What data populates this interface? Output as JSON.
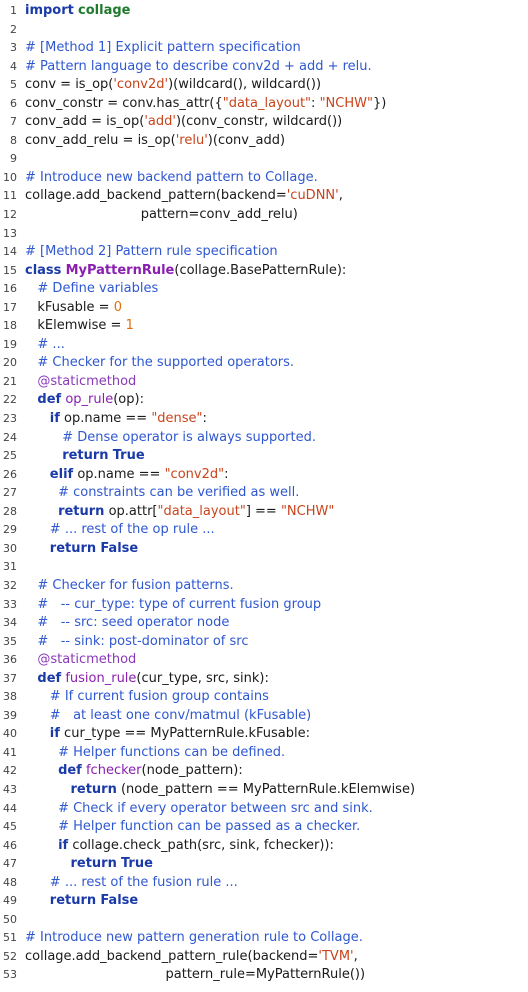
{
  "lines": [
    {
      "ln": "1",
      "tokens": [
        {
          "t": "kw",
          "v": "import"
        },
        {
          "t": "pl",
          "v": " "
        },
        {
          "t": "tn",
          "v": "collage"
        }
      ]
    },
    {
      "ln": "2",
      "tokens": []
    },
    {
      "ln": "3",
      "tokens": [
        {
          "t": "cm",
          "v": "# [Method 1] Explicit pattern specification"
        }
      ]
    },
    {
      "ln": "4",
      "tokens": [
        {
          "t": "cm",
          "v": "# Pattern language to describe conv2d + add + relu."
        }
      ]
    },
    {
      "ln": "5",
      "tokens": [
        {
          "t": "pl",
          "v": "conv = is_op("
        },
        {
          "t": "st",
          "v": "'conv2d'"
        },
        {
          "t": "pl",
          "v": ")(wildcard(), wildcard())"
        }
      ]
    },
    {
      "ln": "6",
      "tokens": [
        {
          "t": "pl",
          "v": "conv_constr = conv.has_attr({"
        },
        {
          "t": "st",
          "v": "\"data_layout\""
        },
        {
          "t": "pl",
          "v": ": "
        },
        {
          "t": "st",
          "v": "\"NCHW\""
        },
        {
          "t": "pl",
          "v": "})"
        }
      ]
    },
    {
      "ln": "7",
      "tokens": [
        {
          "t": "pl",
          "v": "conv_add = is_op("
        },
        {
          "t": "st",
          "v": "'add'"
        },
        {
          "t": "pl",
          "v": ")(conv_constr, wildcard())"
        }
      ]
    },
    {
      "ln": "8",
      "tokens": [
        {
          "t": "pl",
          "v": "conv_add_relu = is_op("
        },
        {
          "t": "st",
          "v": "'relu'"
        },
        {
          "t": "pl",
          "v": ")(conv_add)"
        }
      ]
    },
    {
      "ln": "9",
      "tokens": []
    },
    {
      "ln": "10",
      "tokens": [
        {
          "t": "cm",
          "v": "# Introduce new backend pattern to Collage."
        }
      ]
    },
    {
      "ln": "11",
      "tokens": [
        {
          "t": "pl",
          "v": "collage.add_backend_pattern(backend="
        },
        {
          "t": "st",
          "v": "'cuDNN'"
        },
        {
          "t": "pl",
          "v": ","
        }
      ]
    },
    {
      "ln": "12",
      "tokens": [
        {
          "t": "pl",
          "v": "                            pattern=conv_add_relu)"
        }
      ]
    },
    {
      "ln": "13",
      "tokens": []
    },
    {
      "ln": "14",
      "tokens": [
        {
          "t": "cm",
          "v": "# [Method 2] Pattern rule specification"
        }
      ]
    },
    {
      "ln": "15",
      "tokens": [
        {
          "t": "kw",
          "v": "class"
        },
        {
          "t": "pl",
          "v": " "
        },
        {
          "t": "cls",
          "v": "MyPatternRule"
        },
        {
          "t": "pl",
          "v": "(collage.BasePatternRule):"
        }
      ]
    },
    {
      "ln": "16",
      "tokens": [
        {
          "t": "pl",
          "v": "   "
        },
        {
          "t": "cm",
          "v": "# Define variables"
        }
      ]
    },
    {
      "ln": "17",
      "tokens": [
        {
          "t": "pl",
          "v": "   kFusable = "
        },
        {
          "t": "num",
          "v": "0"
        }
      ]
    },
    {
      "ln": "18",
      "tokens": [
        {
          "t": "pl",
          "v": "   kElemwise = "
        },
        {
          "t": "num",
          "v": "1"
        }
      ]
    },
    {
      "ln": "19",
      "tokens": [
        {
          "t": "pl",
          "v": "   "
        },
        {
          "t": "cm",
          "v": "# ..."
        }
      ]
    },
    {
      "ln": "20",
      "tokens": [
        {
          "t": "pl",
          "v": "   "
        },
        {
          "t": "cm",
          "v": "# Checker for the supported operators."
        }
      ]
    },
    {
      "ln": "21",
      "tokens": [
        {
          "t": "pl",
          "v": "   "
        },
        {
          "t": "dec",
          "v": "@staticmethod"
        }
      ]
    },
    {
      "ln": "22",
      "tokens": [
        {
          "t": "pl",
          "v": "   "
        },
        {
          "t": "kw",
          "v": "def"
        },
        {
          "t": "pl",
          "v": " "
        },
        {
          "t": "fn",
          "v": "op_rule"
        },
        {
          "t": "pl",
          "v": "(op):"
        }
      ]
    },
    {
      "ln": "23",
      "tokens": [
        {
          "t": "pl",
          "v": "      "
        },
        {
          "t": "kw",
          "v": "if"
        },
        {
          "t": "pl",
          "v": " op.name == "
        },
        {
          "t": "st",
          "v": "\"dense\""
        },
        {
          "t": "pl",
          "v": ":"
        }
      ]
    },
    {
      "ln": "24",
      "tokens": [
        {
          "t": "pl",
          "v": "         "
        },
        {
          "t": "cm",
          "v": "# Dense operator is always supported."
        }
      ]
    },
    {
      "ln": "25",
      "tokens": [
        {
          "t": "pl",
          "v": "         "
        },
        {
          "t": "kw",
          "v": "return"
        },
        {
          "t": "pl",
          "v": " "
        },
        {
          "t": "kw",
          "v": "True"
        }
      ]
    },
    {
      "ln": "26",
      "tokens": [
        {
          "t": "pl",
          "v": "      "
        },
        {
          "t": "kw",
          "v": "elif"
        },
        {
          "t": "pl",
          "v": " op.name == "
        },
        {
          "t": "st",
          "v": "\"conv2d\""
        },
        {
          "t": "pl",
          "v": ":"
        }
      ]
    },
    {
      "ln": "27",
      "tokens": [
        {
          "t": "pl",
          "v": "        "
        },
        {
          "t": "cm",
          "v": "# constraints can be verified as well."
        }
      ]
    },
    {
      "ln": "28",
      "tokens": [
        {
          "t": "pl",
          "v": "        "
        },
        {
          "t": "kw",
          "v": "return"
        },
        {
          "t": "pl",
          "v": " op.attr["
        },
        {
          "t": "st",
          "v": "\"data_layout\""
        },
        {
          "t": "pl",
          "v": "] == "
        },
        {
          "t": "st",
          "v": "\"NCHW\""
        }
      ]
    },
    {
      "ln": "29",
      "tokens": [
        {
          "t": "pl",
          "v": "      "
        },
        {
          "t": "cm",
          "v": "# ... rest of the op rule ..."
        }
      ]
    },
    {
      "ln": "30",
      "tokens": [
        {
          "t": "pl",
          "v": "      "
        },
        {
          "t": "kw",
          "v": "return"
        },
        {
          "t": "pl",
          "v": " "
        },
        {
          "t": "kw",
          "v": "False"
        }
      ]
    },
    {
      "ln": "31",
      "tokens": []
    },
    {
      "ln": "32",
      "tokens": [
        {
          "t": "pl",
          "v": "   "
        },
        {
          "t": "cm",
          "v": "# Checker for fusion patterns."
        }
      ]
    },
    {
      "ln": "33",
      "tokens": [
        {
          "t": "pl",
          "v": "   "
        },
        {
          "t": "cm",
          "v": "#   -- cur_type: type of current fusion group"
        }
      ]
    },
    {
      "ln": "34",
      "tokens": [
        {
          "t": "pl",
          "v": "   "
        },
        {
          "t": "cm",
          "v": "#   -- src: seed operator node"
        }
      ]
    },
    {
      "ln": "35",
      "tokens": [
        {
          "t": "pl",
          "v": "   "
        },
        {
          "t": "cm",
          "v": "#   -- sink: post-dominator of src"
        }
      ]
    },
    {
      "ln": "36",
      "tokens": [
        {
          "t": "pl",
          "v": "   "
        },
        {
          "t": "dec",
          "v": "@staticmethod"
        }
      ]
    },
    {
      "ln": "37",
      "tokens": [
        {
          "t": "pl",
          "v": "   "
        },
        {
          "t": "kw",
          "v": "def"
        },
        {
          "t": "pl",
          "v": " "
        },
        {
          "t": "fn",
          "v": "fusion_rule"
        },
        {
          "t": "pl",
          "v": "(cur_type, src, sink):"
        }
      ]
    },
    {
      "ln": "38",
      "tokens": [
        {
          "t": "pl",
          "v": "      "
        },
        {
          "t": "cm",
          "v": "# If current fusion group contains"
        }
      ]
    },
    {
      "ln": "39",
      "tokens": [
        {
          "t": "pl",
          "v": "      "
        },
        {
          "t": "cm",
          "v": "#   at least one conv/matmul (kFusable)"
        }
      ]
    },
    {
      "ln": "40",
      "tokens": [
        {
          "t": "pl",
          "v": "      "
        },
        {
          "t": "kw",
          "v": "if"
        },
        {
          "t": "pl",
          "v": " cur_type == MyPatternRule.kFusable:"
        }
      ]
    },
    {
      "ln": "41",
      "tokens": [
        {
          "t": "pl",
          "v": "        "
        },
        {
          "t": "cm",
          "v": "# Helper functions can be defined."
        }
      ]
    },
    {
      "ln": "42",
      "tokens": [
        {
          "t": "pl",
          "v": "        "
        },
        {
          "t": "kw",
          "v": "def"
        },
        {
          "t": "pl",
          "v": " "
        },
        {
          "t": "fn",
          "v": "fchecker"
        },
        {
          "t": "pl",
          "v": "(node_pattern):"
        }
      ]
    },
    {
      "ln": "43",
      "tokens": [
        {
          "t": "pl",
          "v": "           "
        },
        {
          "t": "kw",
          "v": "return"
        },
        {
          "t": "pl",
          "v": " (node_pattern == MyPatternRule.kElemwise)"
        }
      ]
    },
    {
      "ln": "44",
      "tokens": [
        {
          "t": "pl",
          "v": "        "
        },
        {
          "t": "cm",
          "v": "# Check if every operator between src and sink."
        }
      ]
    },
    {
      "ln": "45",
      "tokens": [
        {
          "t": "pl",
          "v": "        "
        },
        {
          "t": "cm",
          "v": "# Helper function can be passed as a checker."
        }
      ]
    },
    {
      "ln": "46",
      "tokens": [
        {
          "t": "pl",
          "v": "        "
        },
        {
          "t": "kw",
          "v": "if"
        },
        {
          "t": "pl",
          "v": " collage.check_path(src, sink, fchecker)):"
        }
      ]
    },
    {
      "ln": "47",
      "tokens": [
        {
          "t": "pl",
          "v": "           "
        },
        {
          "t": "kw",
          "v": "return"
        },
        {
          "t": "pl",
          "v": " "
        },
        {
          "t": "kw",
          "v": "True"
        }
      ]
    },
    {
      "ln": "48",
      "tokens": [
        {
          "t": "pl",
          "v": "      "
        },
        {
          "t": "cm",
          "v": "# ... rest of the fusion rule ..."
        }
      ]
    },
    {
      "ln": "49",
      "tokens": [
        {
          "t": "pl",
          "v": "      "
        },
        {
          "t": "kw",
          "v": "return"
        },
        {
          "t": "pl",
          "v": " "
        },
        {
          "t": "kw",
          "v": "False"
        }
      ]
    },
    {
      "ln": "50",
      "tokens": []
    },
    {
      "ln": "51",
      "tokens": [
        {
          "t": "cm",
          "v": "# Introduce new pattern generation rule to Collage."
        }
      ]
    },
    {
      "ln": "52",
      "tokens": [
        {
          "t": "pl",
          "v": "collage.add_backend_pattern_rule(backend="
        },
        {
          "t": "st",
          "v": "'TVM'"
        },
        {
          "t": "pl",
          "v": ","
        }
      ]
    },
    {
      "ln": "53",
      "tokens": [
        {
          "t": "pl",
          "v": "                                  pattern_rule=MyPatternRule())"
        }
      ]
    }
  ]
}
